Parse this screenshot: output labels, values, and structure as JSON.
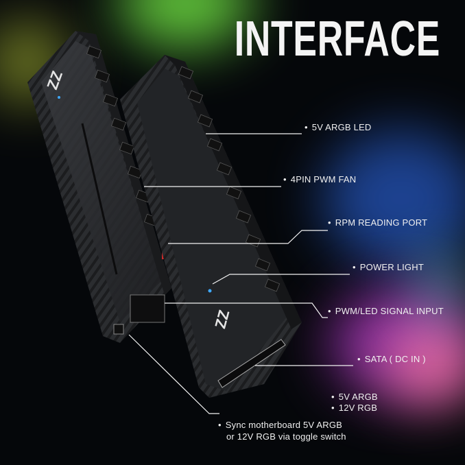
{
  "title": "INTERFACE",
  "labels": {
    "argb_led": "5V ARGB LED",
    "pwm_fan": "4PIN PWM FAN",
    "rpm_port": "RPM READING PORT",
    "power_light": "POWER LIGHT",
    "signal_input": "PWM/LED SIGNAL INPUT",
    "sata": "SATA ( DC IN )",
    "argb_5v": "5V ARGB",
    "rgb_12v": "12V RGB",
    "sync_line1": "Sync motherboard 5V ARGB",
    "sync_line2": "or 12V RGB via toggle switch"
  },
  "bullet": "•",
  "colors": {
    "background": "#05070a",
    "device_body": "#2a2c2f",
    "accent_red": "#d12a2a",
    "accent_blue": "#3fa9ff"
  }
}
